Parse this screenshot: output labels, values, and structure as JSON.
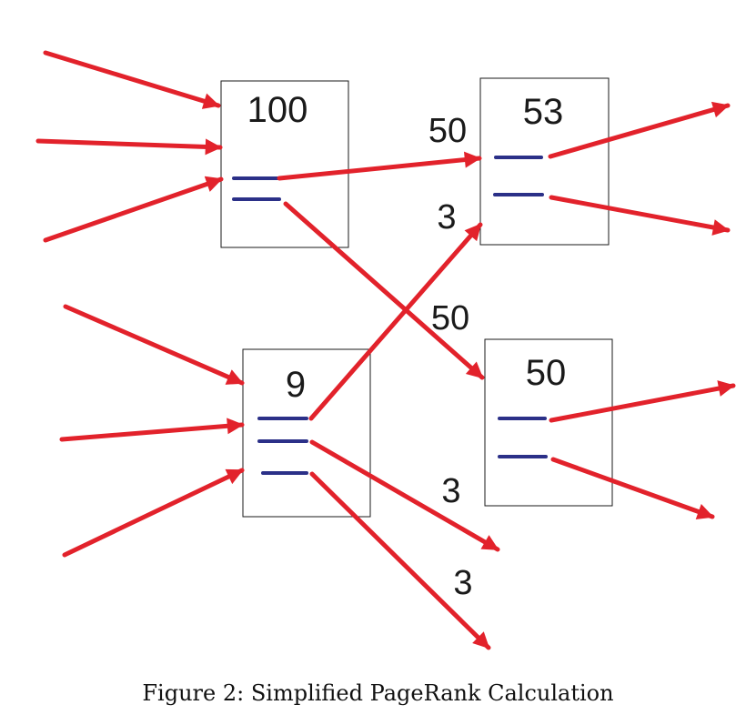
{
  "caption": "Figure 2: Simplified PageRank Calculation",
  "colors": {
    "arrow": "#e2222b",
    "link_marker": "#2b3088",
    "box_border": "#1a1a1a",
    "text": "#1a1a1a"
  },
  "nodes": [
    {
      "id": "a",
      "value": "100",
      "outgoing_links": 2
    },
    {
      "id": "b",
      "value": "53",
      "outgoing_links": 2
    },
    {
      "id": "c",
      "value": "9",
      "outgoing_links": 3
    },
    {
      "id": "d",
      "value": "50",
      "outgoing_links": 2
    }
  ],
  "edges": [
    {
      "from": "a",
      "to": "b",
      "label": "50"
    },
    {
      "from": "a",
      "to": "d",
      "label": "50"
    },
    {
      "from": "c",
      "to": "b",
      "label": "3"
    },
    {
      "from": "c",
      "to": "out",
      "label": "3"
    },
    {
      "from": "c",
      "to": "out",
      "label": "3"
    }
  ]
}
